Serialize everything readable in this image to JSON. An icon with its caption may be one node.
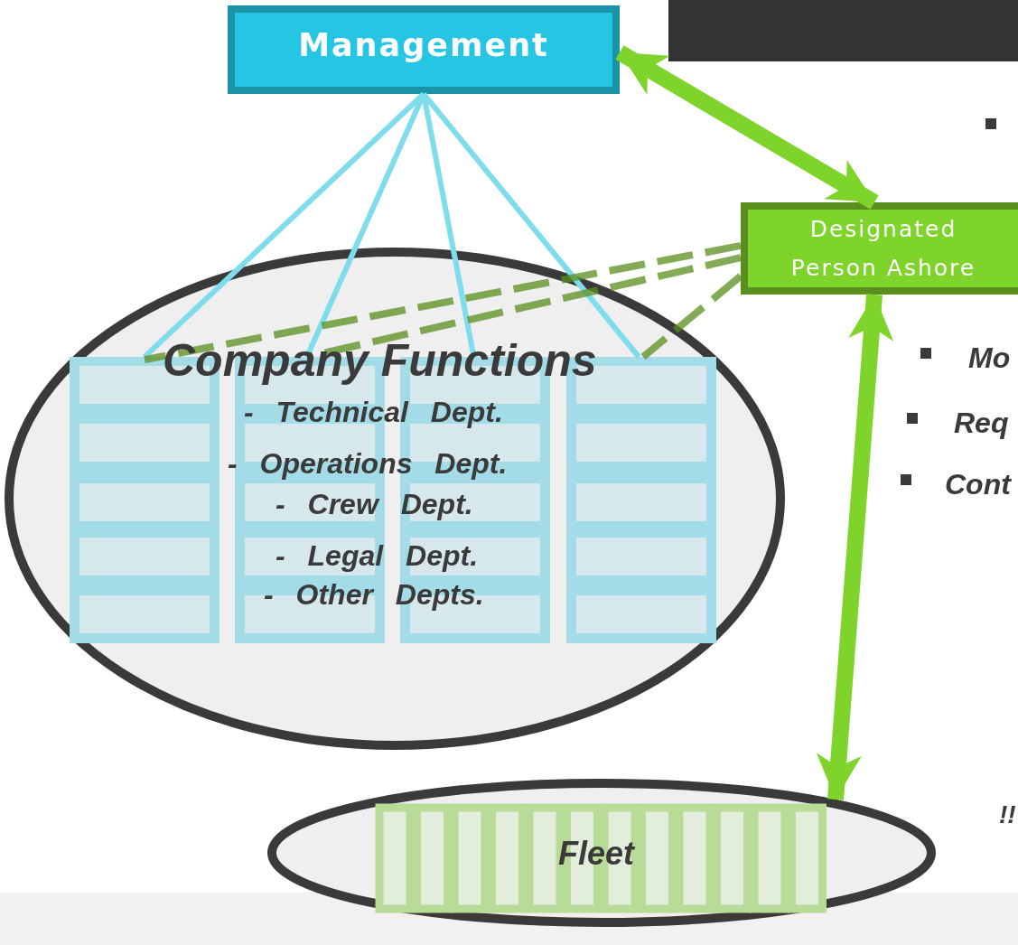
{
  "diagram": {
    "nodes": [
      {
        "text": [
          "Management"
        ]
      },
      {
        "text": [
          "Designated Person Ashore"
        ]
      },
      {
        "text": [],
        "shape": "ellipse"
      },
      {
        "text": [
          "Company Functions",
          "- Technical Dept.",
          "- Operations Dept.",
          "- Crew Dept.",
          "- Legal Dept.",
          "- Other Depts."
        ],
        "in": 2
      },
      {
        "text": [
          "Fleet"
        ]
      }
    ],
    "edges": [
      {
        "from": 0,
        "to": 3,
        "arrow": "none"
      },
      {
        "from": 0,
        "to": 3,
        "arrow": "none"
      },
      {
        "from": 0,
        "to": 3,
        "arrow": "none"
      },
      {
        "from": 0,
        "to": 3,
        "arrow": "none"
      },
      {
        "from": 1,
        "to": 3,
        "arrow": "none",
        "style": "dashed",
        "color": "#5a8f1e"
      },
      {
        "from": 1,
        "to": 3,
        "arrow": "none",
        "style": "dashed",
        "color": "#5a8f1e"
      },
      {
        "from": 1,
        "to": 3,
        "arrow": "none",
        "style": "dashed",
        "color": "#5a8f1e"
      },
      {
        "from": 0,
        "to": 1,
        "arrow": "both",
        "style": "thick",
        "color": "#7ed42a"
      },
      {
        "from": 1,
        "to": 4,
        "arrow": "both",
        "style": "thick",
        "color": "#7ed42a"
      }
    ],
    "labels": [
      "Mo",
      "Req",
      "Cont",
      "!!"
    ]
  }
}
